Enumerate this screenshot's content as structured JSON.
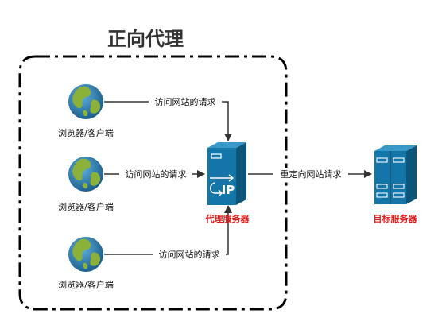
{
  "title": "正向代理",
  "clients": [
    {
      "label": "浏览器/客户端",
      "request_label": "访问网站的请求"
    },
    {
      "label": "浏览器/客户端",
      "request_label": "访问网站的请求"
    },
    {
      "label": "浏览器/客户端",
      "request_label": "访问网站的请求"
    }
  ],
  "proxy": {
    "label": "代理服务器",
    "ip_text": "IP",
    "forward_label": "重定向网站请求"
  },
  "target": {
    "label": "目标服务器"
  },
  "colors": {
    "server_blue": "#1475a8",
    "server_dark": "#0d5679",
    "red_label": "#e02020",
    "globe_water": "#2f86b8",
    "globe_land": "#8bb13a"
  }
}
